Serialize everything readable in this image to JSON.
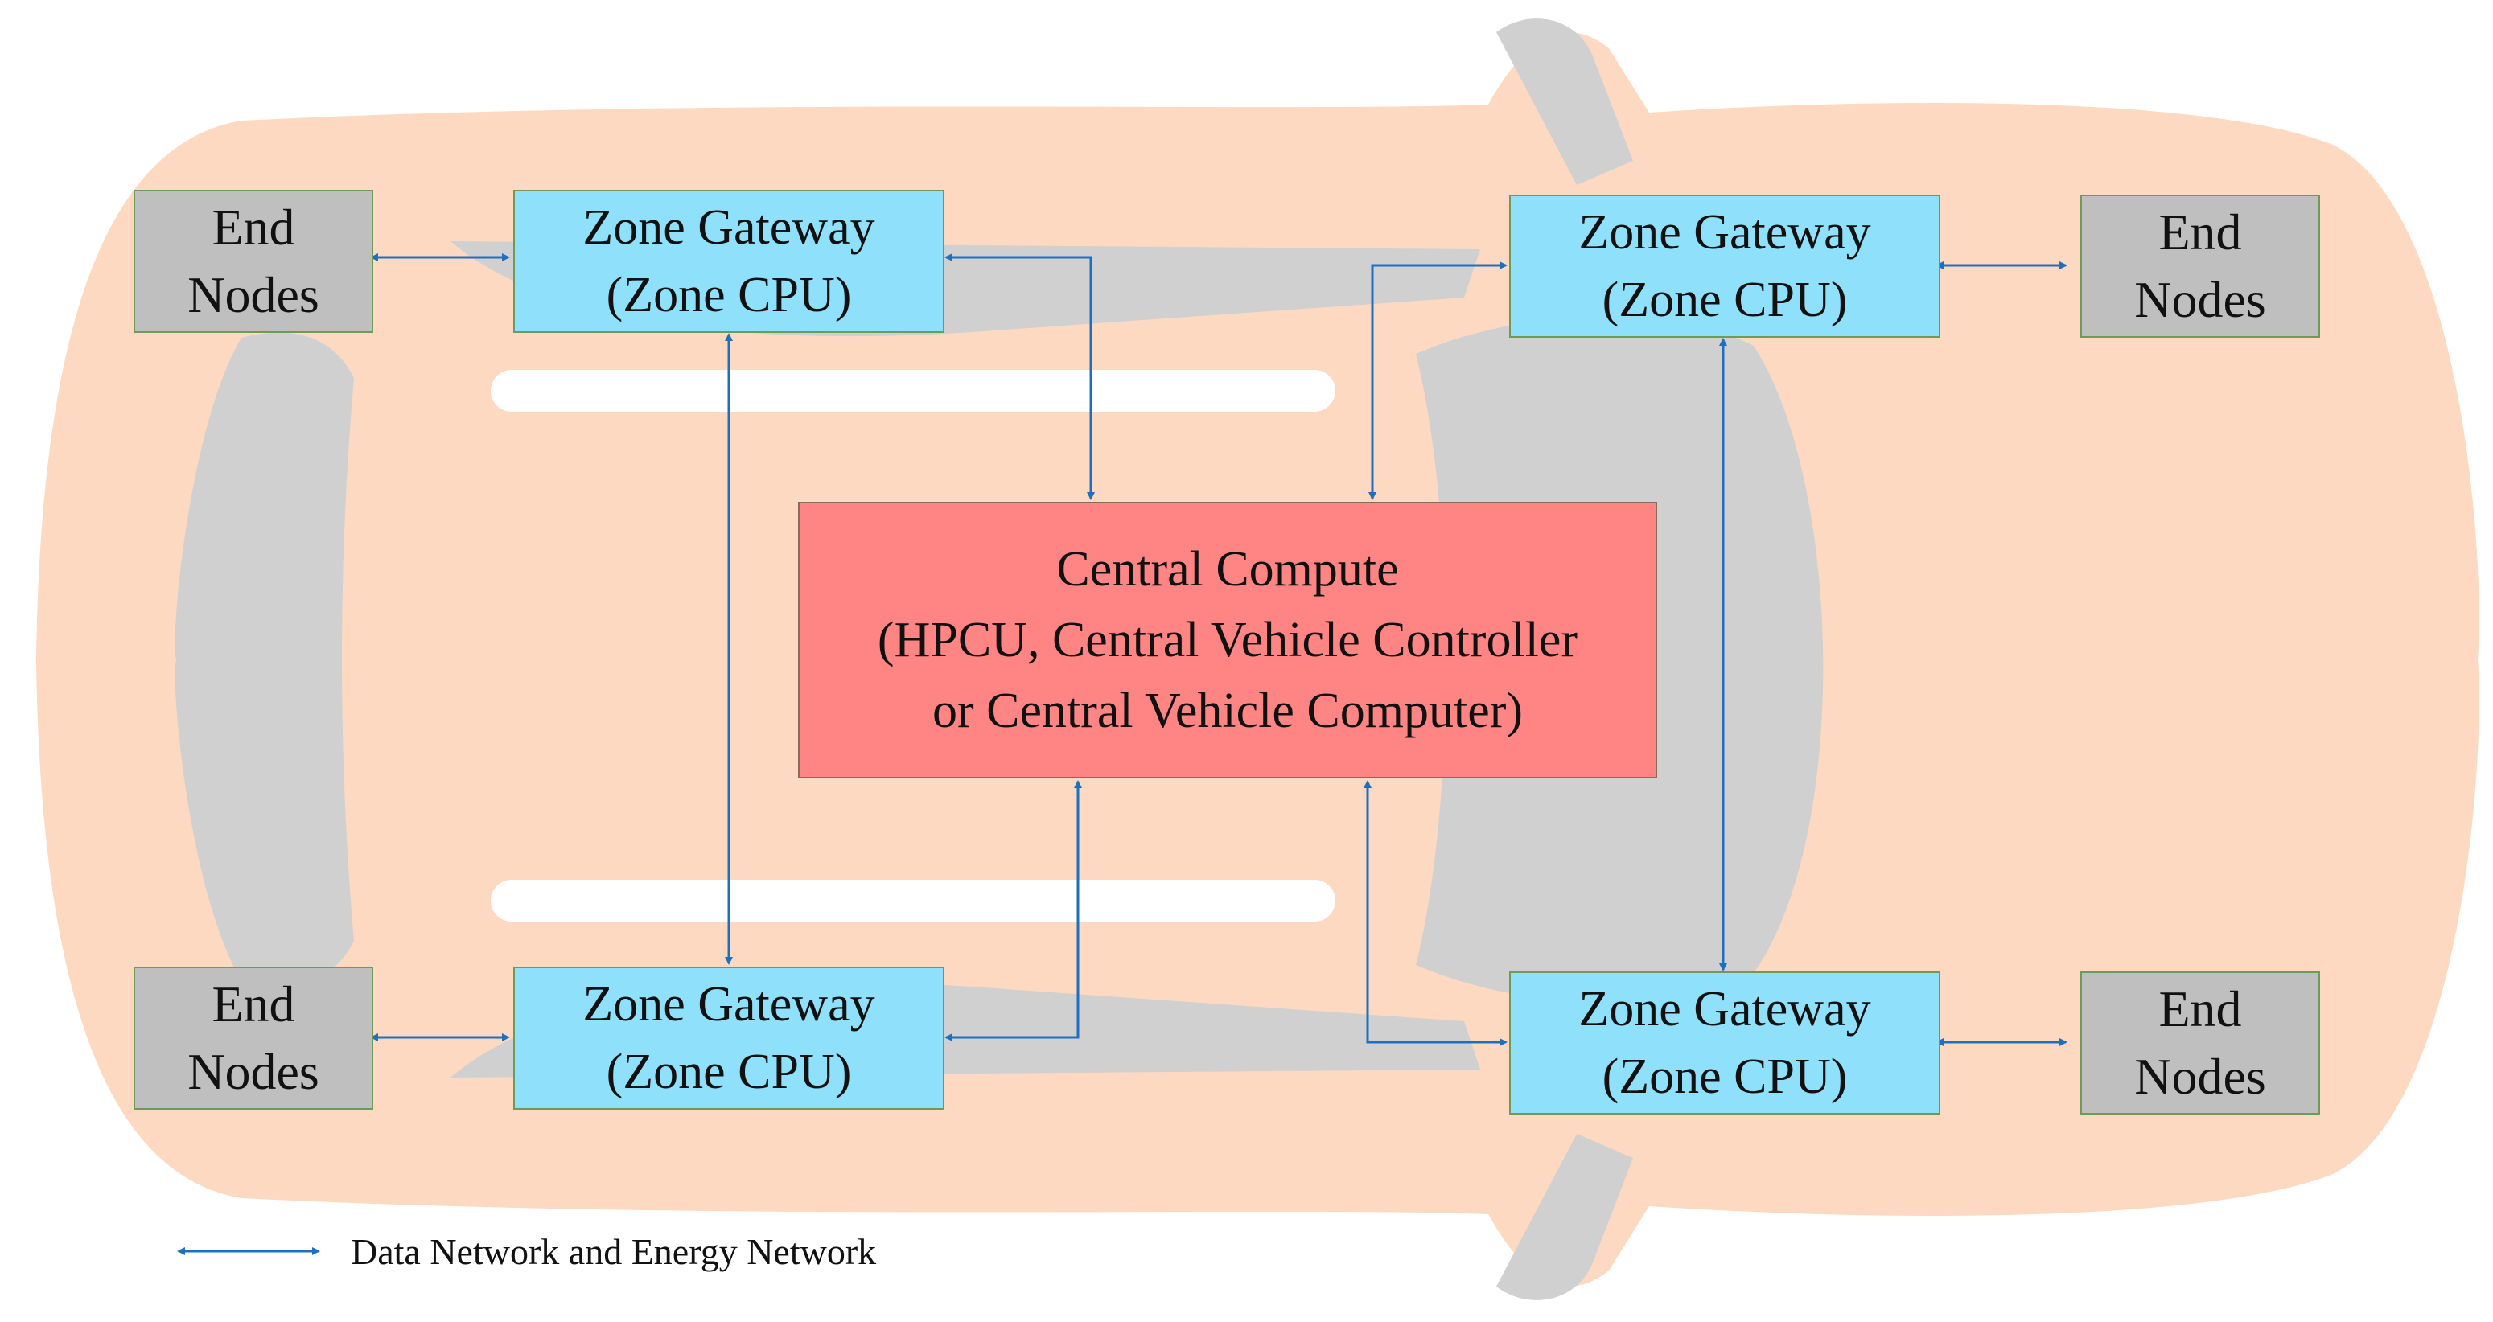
{
  "colors": {
    "car_body": "#fdd9c2",
    "car_window": "#d0d0d0",
    "end_node": "#bfbfbf",
    "zone_gateway": "#8fe0fb",
    "central_compute": "#ff8585",
    "connector": "#1f6fbf"
  },
  "end_nodes": {
    "front_left": {
      "line1": "End",
      "line2": "Nodes"
    },
    "rear_left": {
      "line1": "End",
      "line2": "Nodes"
    },
    "front_right": {
      "line1": "End",
      "line2": "Nodes"
    },
    "rear_right": {
      "line1": "End",
      "line2": "Nodes"
    }
  },
  "zone_gateways": {
    "top_left": {
      "line1": "Zone Gateway",
      "line2": "(Zone CPU)"
    },
    "bottom_left": {
      "line1": "Zone Gateway",
      "line2": "(Zone CPU)"
    },
    "top_right": {
      "line1": "Zone Gateway",
      "line2": "(Zone CPU)"
    },
    "bottom_right": {
      "line1": "Zone Gateway",
      "line2": "(Zone CPU)"
    }
  },
  "central_compute": {
    "line1": "Central Compute",
    "line2": "(HPCU, Central Vehicle Controller",
    "line3": "or Central Vehicle Computer)"
  },
  "legend": {
    "label": "Data Network and Energy Network",
    "icon": "double-arrow-icon"
  }
}
